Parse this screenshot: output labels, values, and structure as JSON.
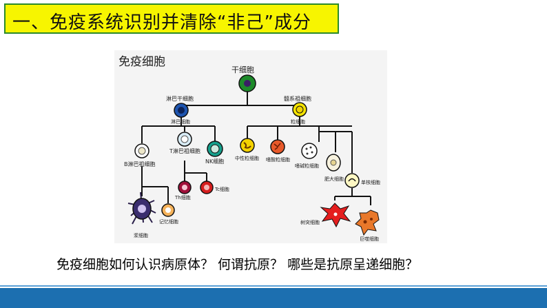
{
  "title": "一、免疫系统识别并清除“非己”成分",
  "diagram": {
    "heading": "免疫细胞",
    "labels": {
      "stem_cell": "干细胞",
      "lymphoid_stem": "淋巴干细胞",
      "myeloid_stem": "髓系祖细胞",
      "lymphocyte": "淋巴细胞",
      "granulocyte": "粒细胞",
      "b_progenitor": "B淋巴祖细胞",
      "t_progenitor": "T淋巴祖细胞",
      "nk_cell": "NK细胞",
      "neutrophil": "中性粒细胞",
      "eosinophil": "嗜酸粒细胞",
      "basophil": "嗜碱粒细胞",
      "mast_cell": "肥大细胞",
      "monocyte": "单核细胞",
      "th_cell": "Th细胞",
      "tc_cell": "Tc细胞",
      "plasma_cell": "浆细胞",
      "memory_cell": "记忆细胞",
      "dendritic_cell": "树突细胞",
      "macrophage": "巨噬细胞"
    }
  },
  "question": "免疫细胞如何认识病原体？ 何谓抗原？ 哪些是抗原呈递细胞？",
  "colors": {
    "title_bg": "#f7f500",
    "title_border": "#2b8a2b",
    "footer": "#1c6fb0"
  }
}
